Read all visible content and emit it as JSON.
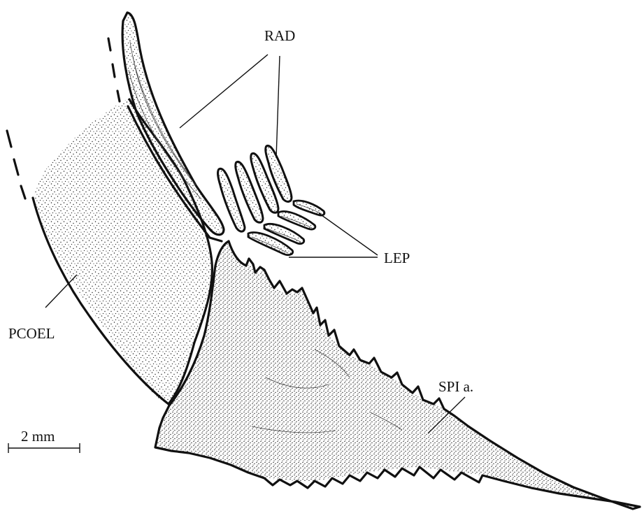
{
  "labels": {
    "radials": "RAD",
    "lepidotrichia": "LEP",
    "postcoelomic": "PCOEL",
    "spine": "SPI a."
  },
  "scale_bar": {
    "label": "2 mm"
  }
}
